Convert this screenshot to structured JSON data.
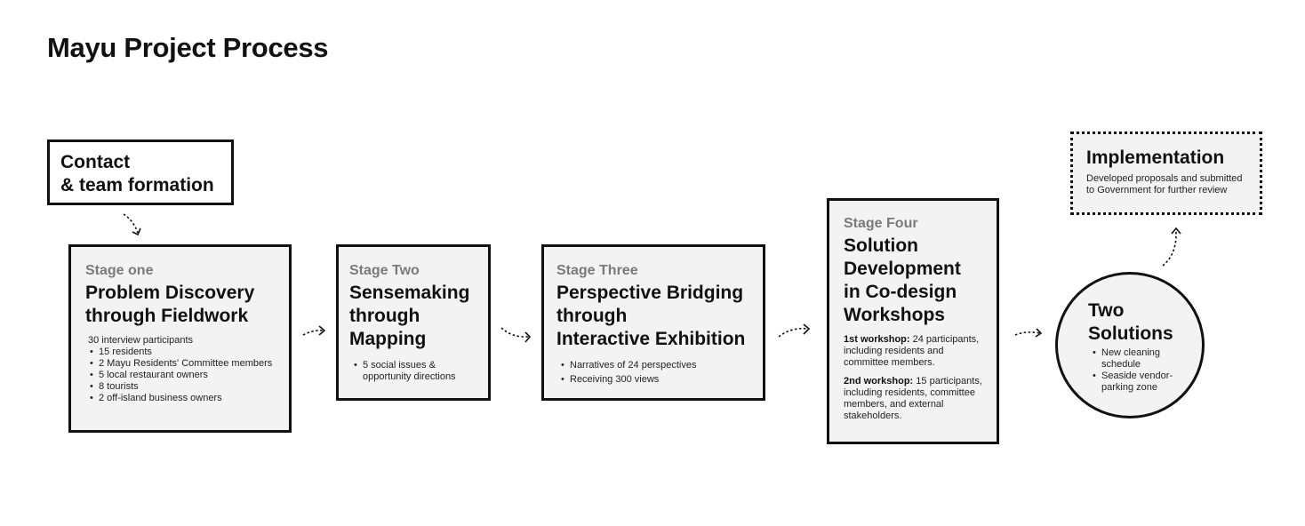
{
  "title": "Mayu Project Process",
  "contact": {
    "title_line1": "Contact",
    "title_line2": "& team formation"
  },
  "stage1": {
    "label": "Stage one",
    "title_line1": "Problem Discovery",
    "title_line2": "through Fieldwork",
    "intro": "30 interview participants",
    "items": [
      "15 residents",
      "2 Mayu Residents' Committee members",
      "5 local restaurant owners",
      "8 tourists",
      "2 off-island business owners"
    ]
  },
  "stage2": {
    "label": "Stage Two",
    "title_lines": [
      "Sensemaking",
      "through",
      "Mapping"
    ],
    "items": [
      "5 social issues &",
      "opportunity directions"
    ]
  },
  "stage3": {
    "label": "Stage Three",
    "title_lines": [
      "Perspective Bridging",
      "through",
      "Interactive Exhibition"
    ],
    "items": [
      "Narratives of 24 perspectives",
      "Receiving 300 views"
    ]
  },
  "stage4": {
    "label": "Stage Four",
    "title_lines": [
      "Solution",
      "Development",
      "in Co-design",
      "Workshops"
    ],
    "workshop1_label": "1st workshop:",
    "workshop1_text": " 24 participants, including residents and committee members.",
    "workshop2_label": "2nd workshop:",
    "workshop2_text": " 15 participants, including residents, committee members, and external stakeholders."
  },
  "solutions": {
    "title_line1": "Two",
    "title_line2": "Solutions",
    "items": [
      "New cleaning schedule",
      "Seaside vendor-parking zone"
    ]
  },
  "implementation": {
    "title": "Implementation",
    "text": "Developed proposals and submitted to Government for further review"
  }
}
